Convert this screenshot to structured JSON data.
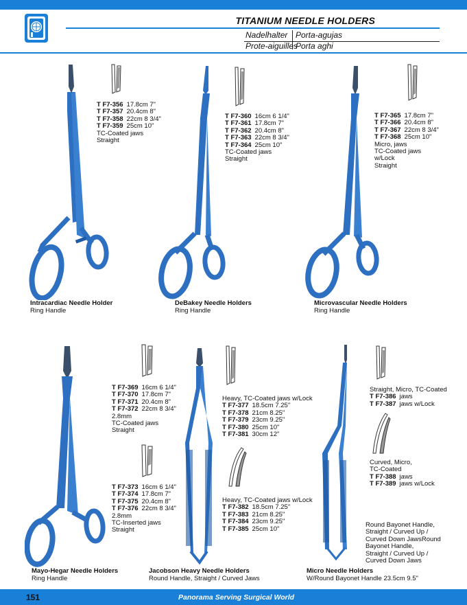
{
  "header": {
    "title": "TITANIUM NEEDLE HOLDERS",
    "lang_de": "Nadelhalter",
    "lang_es": "Porta-agujas",
    "lang_fr": "Prote-aiguilles",
    "lang_it": "Porta aghi"
  },
  "products": {
    "intracardiac": {
      "rows": [
        {
          "code": "T F7-356",
          "size": "17.8cm 7\""
        },
        {
          "code": "T F7-357",
          "size": "20.4cm 8\""
        },
        {
          "code": "T F7-358",
          "size": "22cm 8 3/4\""
        },
        {
          "code": "T F7-359",
          "size": "25cm 10\""
        }
      ],
      "notes": [
        "TC-Coated jaws",
        "Straight"
      ],
      "name": "Intracardiac Needle Holder",
      "handle": "Ring Handle"
    },
    "debakey": {
      "rows": [
        {
          "code": "T F7-360",
          "size": "16cm 6 1/4\""
        },
        {
          "code": "T F7-361",
          "size": "17.8cm 7\""
        },
        {
          "code": "T F7-362",
          "size": "20.4cm 8\""
        },
        {
          "code": "T F7-363",
          "size": "22cm 8 3/4\""
        },
        {
          "code": "T F7-364",
          "size": "25cm 10\""
        }
      ],
      "notes": [
        "TC-Coated jaws",
        "Straight"
      ],
      "name": "DeBakey Needle Holders",
      "handle": "Ring Handle"
    },
    "microvascular": {
      "rows": [
        {
          "code": "T F7-365",
          "size": "17.8cm 7\""
        },
        {
          "code": "T F7-366",
          "size": "20.4cm 8\""
        },
        {
          "code": "T F7-367",
          "size": "22cm 8 3/4\""
        },
        {
          "code": "T F7-368",
          "size": "25cm 10\""
        }
      ],
      "notes": [
        "Micro, jaws",
        "TC-Coated jaws",
        "w/Lock",
        "Straight"
      ],
      "name": "Microvascular Needle Holders",
      "handle": "Ring Handle"
    },
    "mayo_a": {
      "rows": [
        {
          "code": "T F7-369",
          "size": "16cm 6 1/4\""
        },
        {
          "code": "T F7-370",
          "size": "17.8cm 7\""
        },
        {
          "code": "T F7-371",
          "size": "20.4cm 8\""
        },
        {
          "code": "T F7-372",
          "size": "22cm 8 3/4\""
        }
      ],
      "notes": [
        "2.8mm",
        "TC-Coated jaws",
        "Straight"
      ]
    },
    "mayo_b": {
      "rows": [
        {
          "code": "T F7-373",
          "size": "16cm 6 1/4\""
        },
        {
          "code": "T F7-374",
          "size": "17.8cm 7\""
        },
        {
          "code": "T F7-375",
          "size": "20.4cm 8\""
        },
        {
          "code": "T F7-376",
          "size": "22cm 8 3/4\""
        }
      ],
      "notes": [
        "2.8mm",
        "TC-Inserted jaws",
        "Straight"
      ],
      "name": "Mayo-Hegar Needle Holders",
      "handle": "Ring Handle"
    },
    "jacobson_a": {
      "heading": "Heavy, TC-Coated jaws w/Lock",
      "rows": [
        {
          "code": "T F7-377",
          "size": "18.5cm 7.25\""
        },
        {
          "code": "T F7-378",
          "size": "21cm 8.25\""
        },
        {
          "code": "T F7-379",
          "size": "23cm 9.25\""
        },
        {
          "code": "T F7-380",
          "size": "25cm 10\""
        },
        {
          "code": "T F7-381",
          "size": "30cm 12\""
        }
      ]
    },
    "jacobson_b": {
      "heading": "Heavy, TC-Coated jaws w/Lock",
      "rows": [
        {
          "code": "T F7-382",
          "size": "18.5cm 7.25\""
        },
        {
          "code": "T F7-383",
          "size": "21cm 8.25\""
        },
        {
          "code": "T F7-384",
          "size": "23cm 9.25\""
        },
        {
          "code": "T F7-385",
          "size": "25cm 10\""
        }
      ],
      "name": "Jacobson Heavy Needle Holders",
      "handle": "Round Handle, Straight / Curved Jaws"
    },
    "micro_a": {
      "heading": "Straight, Micro, TC-Coated",
      "rows": [
        {
          "code": "T F7-386",
          "size": "jaws"
        },
        {
          "code": "T F7-387",
          "size": "jaws w/Lock"
        }
      ]
    },
    "micro_b": {
      "headings": [
        "Curved, Micro,",
        "TC-Coated"
      ],
      "rows": [
        {
          "code": "T F7-388",
          "size": "jaws"
        },
        {
          "code": "T F7-389",
          "size": "jaws w/Lock"
        }
      ]
    },
    "micro_note": [
      "Round Bayonet Handle,",
      "Straight / Curved Up /",
      "Curved Down JawsRound",
      "Bayonet Handle,",
      "Straight / Curved Up /",
      "Curved Down Jaws"
    ],
    "micro_caption": {
      "name": "Micro Needle Holders",
      "handle": "W/Round Bayonet Handle 23.5cm 9.5\""
    }
  },
  "footer": {
    "page_number": "151",
    "tagline": "Panorama Serving Surgical World"
  },
  "colors": {
    "brand_blue": "#1a7fd6",
    "instrument_blue": "#2d6fc0"
  }
}
